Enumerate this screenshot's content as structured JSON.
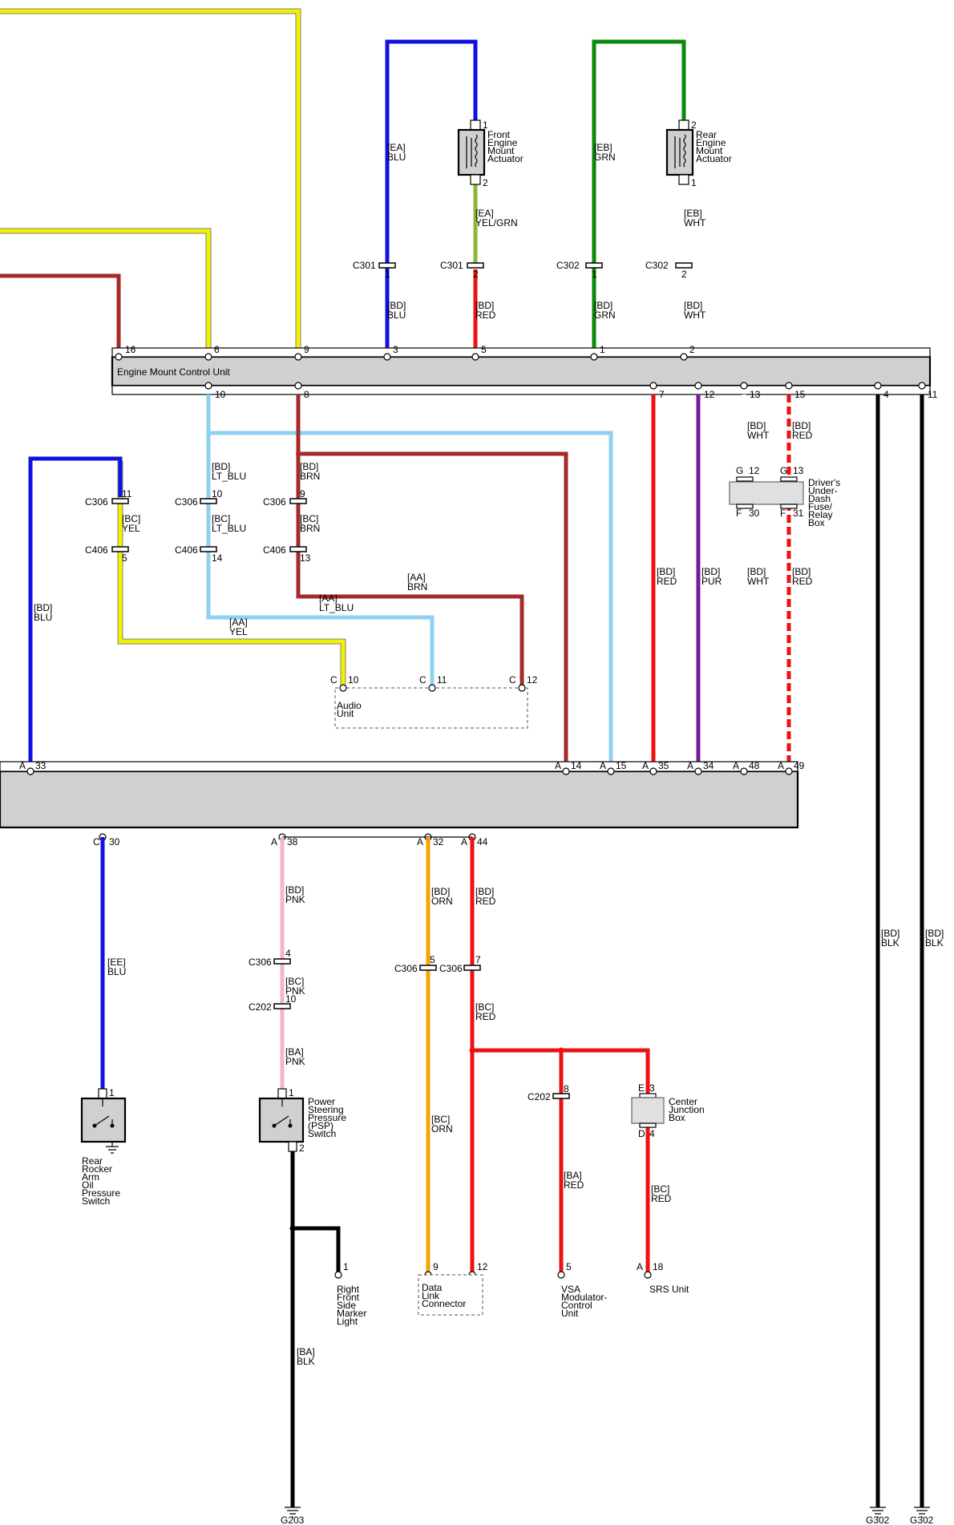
{
  "colors": {
    "YEL": "#f2f200",
    "BLU": "#1010e0",
    "GRN": "#0a8a0a",
    "YEL_GRN": "#8ab838",
    "WHT": "#cfcfcf",
    "RED": "#ee1111",
    "BRN": "#a52a2a",
    "LT_BLU": "#8fd0f0",
    "PUR": "#7a1a90",
    "BLK": "#000000",
    "PNK": "#f5b5c5",
    "ORN": "#f5a500"
  },
  "modules": {
    "emcu": "Engine Mount Control Unit",
    "front_actuator": [
      "Front",
      "Engine",
      "Mount",
      "Actuator"
    ],
    "rear_actuator": [
      "Rear",
      "Engine",
      "Mount",
      "Actuator"
    ],
    "fuse_box": [
      "Driver's",
      "Under-",
      "Dash",
      "Fuse/",
      "Relay",
      "Box"
    ],
    "audio": [
      "Audio",
      "Unit"
    ],
    "oil_switch": [
      "Rear",
      "Rocker",
      "Arm",
      "Oil",
      "Pressure",
      "Switch"
    ],
    "psp_switch": [
      "Power",
      "Steering",
      "Pressure",
      "(PSP)",
      "Switch"
    ],
    "marker_light": [
      "Right",
      "Front",
      "Side",
      "Marker",
      "Light"
    ],
    "dlc": [
      "Data",
      "Link",
      "Connector"
    ],
    "cjb": [
      "Center",
      "Junction",
      "Box"
    ],
    "vsa": [
      "VSA",
      "Modulator-",
      "Control",
      "Unit"
    ],
    "srs": "SRS Unit"
  },
  "wire_labels": {
    "ea_blu": [
      "[EA]",
      "BLU"
    ],
    "ea_yelgrn": [
      "[EA]",
      "YEL/GRN"
    ],
    "eb_grn": [
      "[EB]",
      "GRN"
    ],
    "eb_wht": [
      "[EB]",
      "WHT"
    ],
    "bd_blu_top": [
      "[BD]",
      "BLU"
    ],
    "bd_red_top": [
      "[BD]",
      "RED"
    ],
    "bd_grn": [
      "[BD]",
      "GRN"
    ],
    "bd_wht_top": [
      "[BD]",
      "WHT"
    ],
    "bd_ltblu": [
      "[BD]",
      "LT_BLU"
    ],
    "bd_brn": [
      "[BD]",
      "BRN"
    ],
    "bc_yel": [
      "[BC]",
      "YEL"
    ],
    "bc_ltblu": [
      "[BC]",
      "LT_BLU"
    ],
    "bc_brn": [
      "[BC]",
      "BRN"
    ],
    "aa_brn": [
      "[AA]",
      "BRN"
    ],
    "aa_ltblu": [
      "[AA]",
      "LT_BLU"
    ],
    "aa_yel": [
      "[AA]",
      "YEL"
    ],
    "bd_blu_left": [
      "[BD]",
      "BLU"
    ],
    "bd_wht_a": [
      "[BD]",
      "WHT"
    ],
    "bd_red_a": [
      "[BD]",
      "RED"
    ],
    "bd_wht_b": [
      "[BD]",
      "WHT"
    ],
    "bd_red_b": [
      "[BD]",
      "RED"
    ],
    "bd_red_7": [
      "[BD]",
      "RED"
    ],
    "bd_pur": [
      "[BD]",
      "PUR"
    ],
    "bd_blk_1": [
      "[BD]",
      "BLK"
    ],
    "bd_blk_2": [
      "[BD]",
      "BLK"
    ],
    "ee_blu": [
      "[EE]",
      "BLU"
    ],
    "bd_pnk": [
      "[BD]",
      "PNK"
    ],
    "bc_pnk": [
      "[BC]",
      "PNK"
    ],
    "ba_pnk": [
      "[BA]",
      "PNK"
    ],
    "bd_orn": [
      "[BD]",
      "ORN"
    ],
    "bd_red_dlc": [
      "[BD]",
      "RED"
    ],
    "bc_red": [
      "[BC]",
      "RED"
    ],
    "bc_orn": [
      "[BC]",
      "ORN"
    ],
    "ba_red": [
      "[BA]",
      "RED"
    ],
    "bc_red_srs": [
      "[BC]",
      "RED"
    ],
    "ba_blk": [
      "[BA]",
      "BLK"
    ]
  },
  "pins": {
    "emcu_16": "16",
    "emcu_6": "6",
    "emcu_9": "9",
    "emcu_3": "3",
    "emcu_5": "5",
    "emcu_1": "1",
    "emcu_2": "2",
    "emcu_10": "10",
    "emcu_8": "8",
    "emcu_7": "7",
    "emcu_12": "12",
    "emcu_13": "13",
    "emcu_15": "15",
    "emcu_4": "4",
    "emcu_11": "11",
    "fa_1": "1",
    "fa_2": "2",
    "ra_2": "2",
    "ra_1": "1",
    "fb_g12": "G",
    "fb_12": "12",
    "fb_g13": "G",
    "fb_13": "13",
    "fb_f30": "F",
    "fb_30": "30",
    "fb_f31": "F",
    "fb_31": "31",
    "au_c10": "C",
    "au_10": "10",
    "au_c11": "C",
    "au_11": "11",
    "au_c12": "C",
    "au_12": "12",
    "m2_a33": "A",
    "m2_33": "33",
    "m2_a14": "A",
    "m2_14": "14",
    "m2_a15": "A",
    "m2_15": "15",
    "m2_a35": "A",
    "m2_35": "35",
    "m2_a34": "A",
    "m2_34": "34",
    "m2_a48": "A",
    "m2_48": "48",
    "m2_a49": "A",
    "m2_49": "49",
    "m2_c30": "C",
    "m2_30": "30",
    "m2_a38": "A",
    "m2_38": "38",
    "m2_a32": "A",
    "m2_32": "32",
    "m2_a44": "A",
    "m2_44": "44",
    "ops_1": "1",
    "psp_1": "1",
    "psp_2": "2",
    "ml_1": "1",
    "dlc_9": "9",
    "dlc_12": "12",
    "cjb_e3": "E",
    "cjb_3": "3",
    "cjb_d4": "D",
    "cjb_4": "4",
    "vsa_5": "5",
    "srs_a18": "A",
    "srs_18": "18"
  },
  "connectors": {
    "c301_blu": "C301",
    "c301_blu_pin": "1",
    "c301_red": "C301",
    "c301_red_pin": "2",
    "c302_grn": "C302",
    "c302_grn_pin": "1",
    "c302_wht": "C302",
    "c302_wht_pin": "2",
    "c306_yel": "C306",
    "c306_yel_pin": "11",
    "c406_yel": "C406",
    "c406_yel_pin": "5",
    "c306_lb": "C306",
    "c306_lb_pin": "10",
    "c406_lb": "C406",
    "c406_lb_pin": "14",
    "c306_brn": "C306",
    "c306_brn_pin": "9",
    "c406_brn": "C406",
    "c406_brn_pin": "13",
    "c306_pnk": "C306",
    "c306_pnk_pin": "4",
    "c202_pnk": "C202",
    "c202_pnk_pin": "10",
    "c306_orn": "C306",
    "c306_orn_pin": "5",
    "c306_red": "C306",
    "c306_red_pin": "7",
    "c202_red": "C202",
    "c202_red_pin": "8"
  },
  "grounds": {
    "g203": "G203",
    "g302_a": "G302",
    "g302_b": "G302"
  }
}
